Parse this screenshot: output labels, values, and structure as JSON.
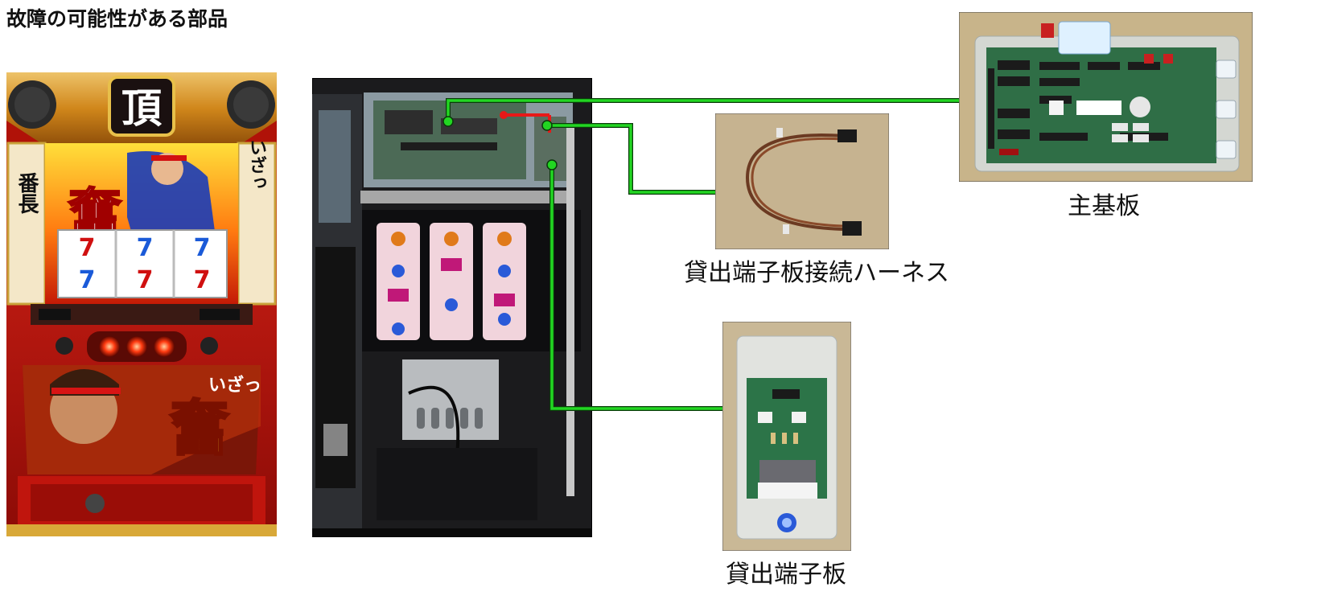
{
  "title": "故障の可能性がある部品",
  "parts": {
    "main_board": "主基板",
    "harness": "貸出端子板接続ハーネス",
    "lending_board": "貸出端子板"
  },
  "machine": {
    "top_emblem": "頂",
    "left_side_text": "番長",
    "right_side_text": "いざっ",
    "main_logo_char": "奮",
    "logo_script": "いざっ",
    "reel_symbol": "7"
  },
  "colors": {
    "connector_line": "#22d622",
    "connector_outline": "#0a3a0a",
    "harness_marker": "#e81818"
  }
}
